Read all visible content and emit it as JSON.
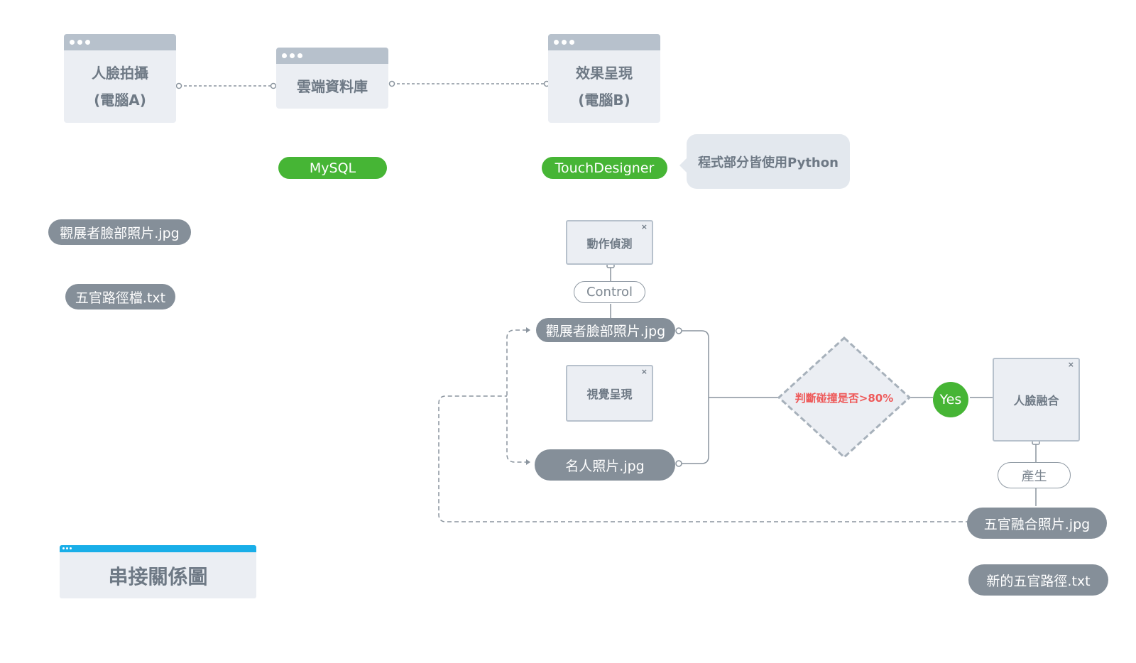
{
  "windows": {
    "capture": {
      "line1": "人臉拍攝",
      "line2": "(電腦A)"
    },
    "database": {
      "line1": "雲端資料庫"
    },
    "display": {
      "line1": "效果呈現",
      "line2": "(電腦B)"
    }
  },
  "tags": {
    "mysql": "MySQL",
    "touchdesigner": "TouchDesigner",
    "python_note": "程式部分皆使用Python"
  },
  "files": {
    "visitor_photo": "觀展者臉部照片.jpg",
    "feature_path": "五官路徑檔.txt",
    "visitor_photo_flow": "觀展者臉部照片.jpg",
    "celebrity_photo": "名人照片.jpg",
    "merged_photo": "五官融合照片.jpg",
    "new_feature_path": "新的五官路徑.txt"
  },
  "nodes": {
    "motion_detect": "動作偵測",
    "visual_display": "視覺呈現",
    "face_merge": "人臉融合",
    "close_glyph": "×"
  },
  "labels": {
    "control": "Control",
    "produce": "產生",
    "decision": "判斷碰撞是否>80%",
    "yes": "Yes"
  },
  "legend": {
    "title": "串接關係圖"
  },
  "colors": {
    "accent_green": "#46b535",
    "card_bg": "#ebeef3",
    "card_bar": "#b7c1cc",
    "pill_gray": "#858f99",
    "decision_text": "#ee5a5a",
    "legend_bar": "#19aee8"
  }
}
